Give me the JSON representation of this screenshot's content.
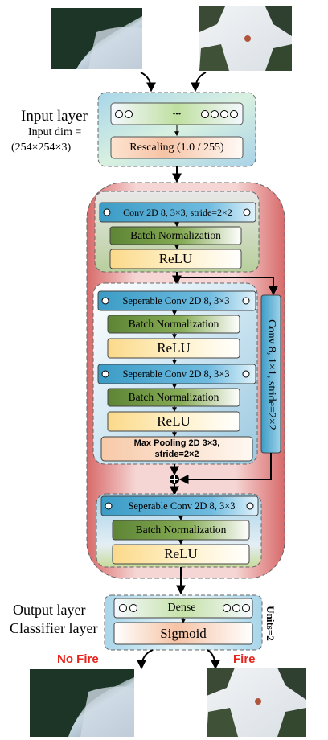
{
  "input": {
    "title": "Input layer",
    "dim_label": "Input dim =",
    "dim_value": "(254×254×3)",
    "dots": "•••",
    "rescaling": "Rescaling (1.0 / 255)"
  },
  "block1": {
    "conv": "Conv 2D 8, 3×3, stride=2×2",
    "bn": "Batch Normalization",
    "relu": "ReLU"
  },
  "block2": {
    "sep1": "Seperable Conv 2D 8, 3×3",
    "bn1": "Batch Normalization",
    "relu1": "ReLU",
    "sep2": "Seperable Conv 2D 8, 3×3",
    "bn2": "Batch Normalization",
    "relu2": "ReLU",
    "pool_line1": "Max Pooling 2D 3×3,",
    "pool_line2": "stride=2×2"
  },
  "shortcut": {
    "label": "Conv 8, 1×1, stride=2×2",
    "add_symbol": "+"
  },
  "block3": {
    "sep": "Seperable Conv 2D 8, 3×3",
    "bn": "Batch Normalization",
    "relu": "ReLU"
  },
  "output": {
    "title1": "Output layer",
    "title2": "Classifier layer",
    "dense": "Dense",
    "sigmoid": "Sigmoid",
    "units": "Units=2"
  },
  "results": {
    "no_fire": "No Fire",
    "fire": "Fire"
  },
  "colors": {
    "green": "#6a8f3a",
    "blue": "#3b9cc6",
    "red": "#e8231c"
  }
}
